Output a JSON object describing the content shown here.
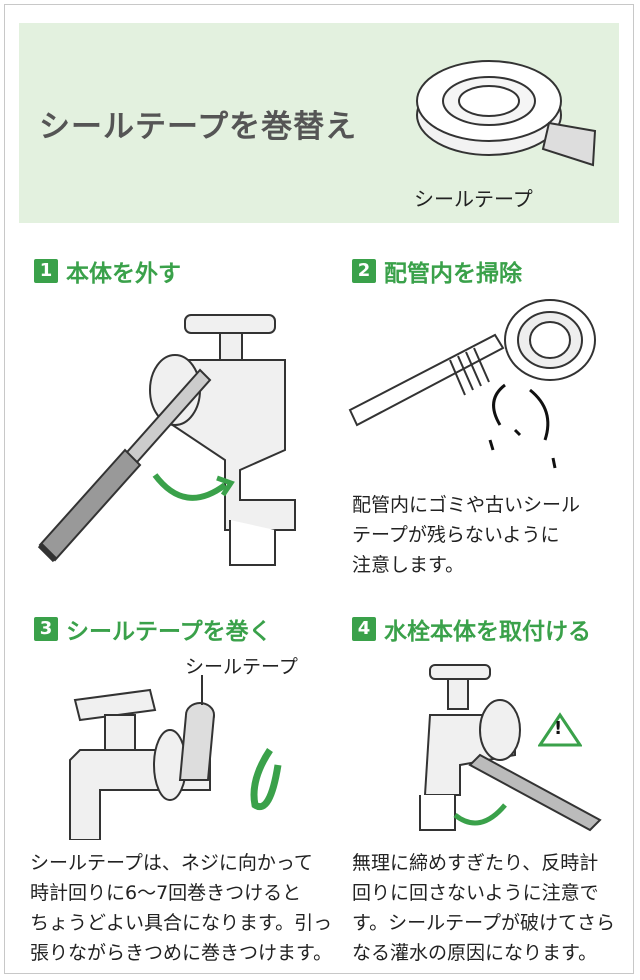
{
  "header": {
    "title": "シールテープを巻替え",
    "tape_caption": "シールテープ"
  },
  "steps": [
    {
      "num": "1",
      "title": "本体を外す"
    },
    {
      "num": "2",
      "title": "配管内を掃除",
      "text": [
        "配管内にゴミや古いシール",
        "テープが残らないように",
        "注意します。"
      ]
    },
    {
      "num": "3",
      "title": "シールテープを巻く",
      "label": "シールテープ",
      "text": [
        "シールテープは、ネジに向かって",
        "時計回りに6〜7回巻きつけると",
        "ちょうどよい具合になります。引っ",
        "張りながらきつめに巻きつけます。"
      ]
    },
    {
      "num": "4",
      "title": "水栓本体を取付ける",
      "warning_icon": "!",
      "text": [
        "無理に締めすぎたり、反時計",
        "回りに回さないように注意で",
        "す。シールテープが破けてさら",
        "なる灌水の原因になります。"
      ]
    }
  ],
  "colors": {
    "accent": "#3aa14a",
    "header_bg": "#e3f1df"
  },
  "icons": [
    "seal-tape-icon",
    "faucet-icon",
    "wrench-icon",
    "rotate-arrow-icon",
    "toothbrush-icon",
    "pipe-icon",
    "warning-icon"
  ]
}
